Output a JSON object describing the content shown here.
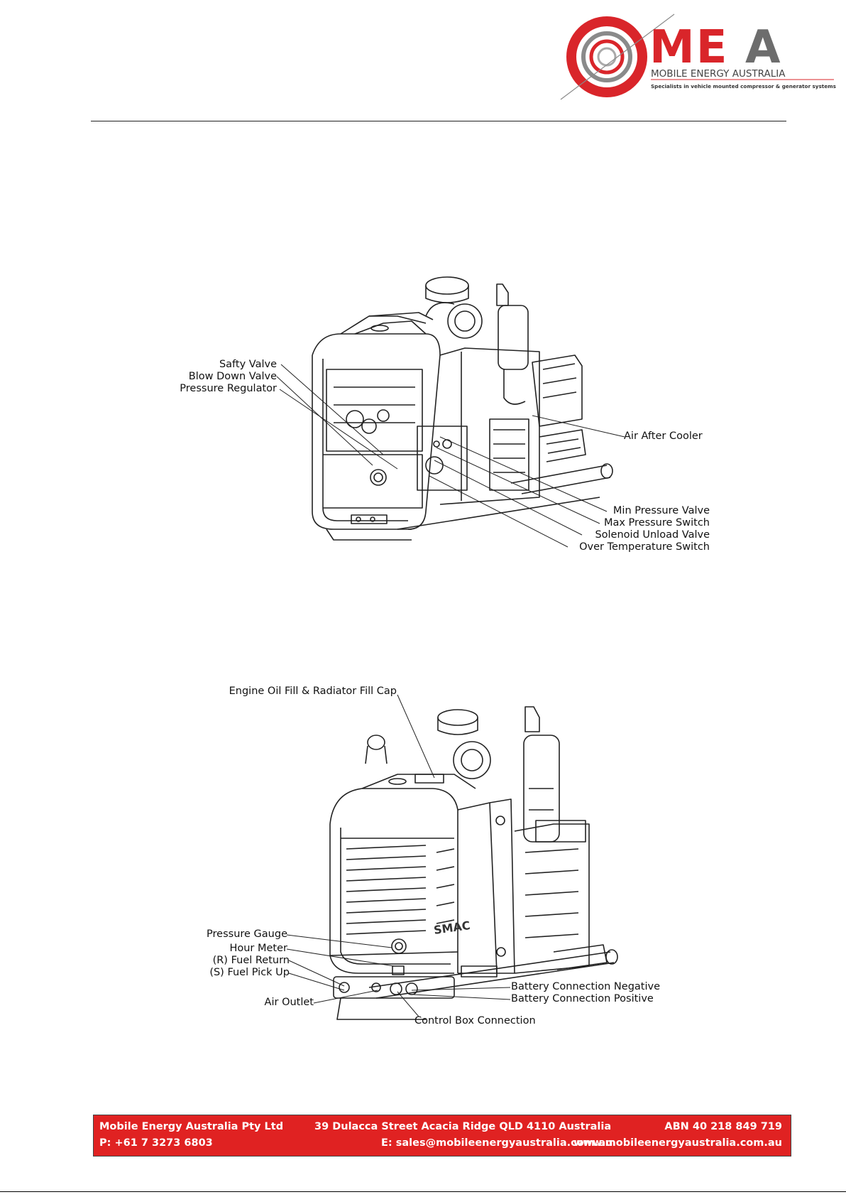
{
  "header": {
    "logo": {
      "name": "MEA",
      "company": "MOBILE ENERGY AUSTRALIA",
      "tagline": "Specialists in vehicle mounted compressor & generator systems",
      "colors": {
        "red": "#d9252a",
        "grey": "#6d6d6d"
      }
    }
  },
  "figure1": {
    "labels": {
      "safety_valve": "Safty Valve",
      "blow_down_valve": "Blow Down Valve",
      "pressure_regulator": "Pressure Regulator",
      "air_after_cooler": "Air After Cooler",
      "min_pressure_valve": "Min Pressure Valve",
      "max_pressure_switch": "Max Pressure Switch",
      "solenoid_unload_valve": "Solenoid Unload Valve",
      "over_temperature_switch": "Over Temperature Switch"
    }
  },
  "figure2": {
    "labels": {
      "oil_fill": "Engine Oil Fill & Radiator Fill Cap",
      "pressure_gauge": "Pressure Gauge",
      "hour_meter": "Hour Meter",
      "fuel_return": "(R) Fuel Return",
      "fuel_pickup": "(S) Fuel Pick Up",
      "air_outlet": "Air Outlet",
      "control_box": "Control Box Connection",
      "battery_negative": "Battery Connection Negative",
      "battery_positive": "Battery Connection Positive",
      "brand_plate": "SMAC"
    }
  },
  "footer": {
    "company": "Mobile Energy Australia Pty Ltd",
    "address": "39 Dulacca Street Acacia Ridge QLD 4110 Australia",
    "abn": "ABN 40 218 849 719",
    "phone": "P: +61 7 3273 6803",
    "email": "E: sales@mobileenergyaustralia.com.au",
    "website": "www.mobileenergyaustralia.com.au",
    "background_color": "#e02222"
  }
}
